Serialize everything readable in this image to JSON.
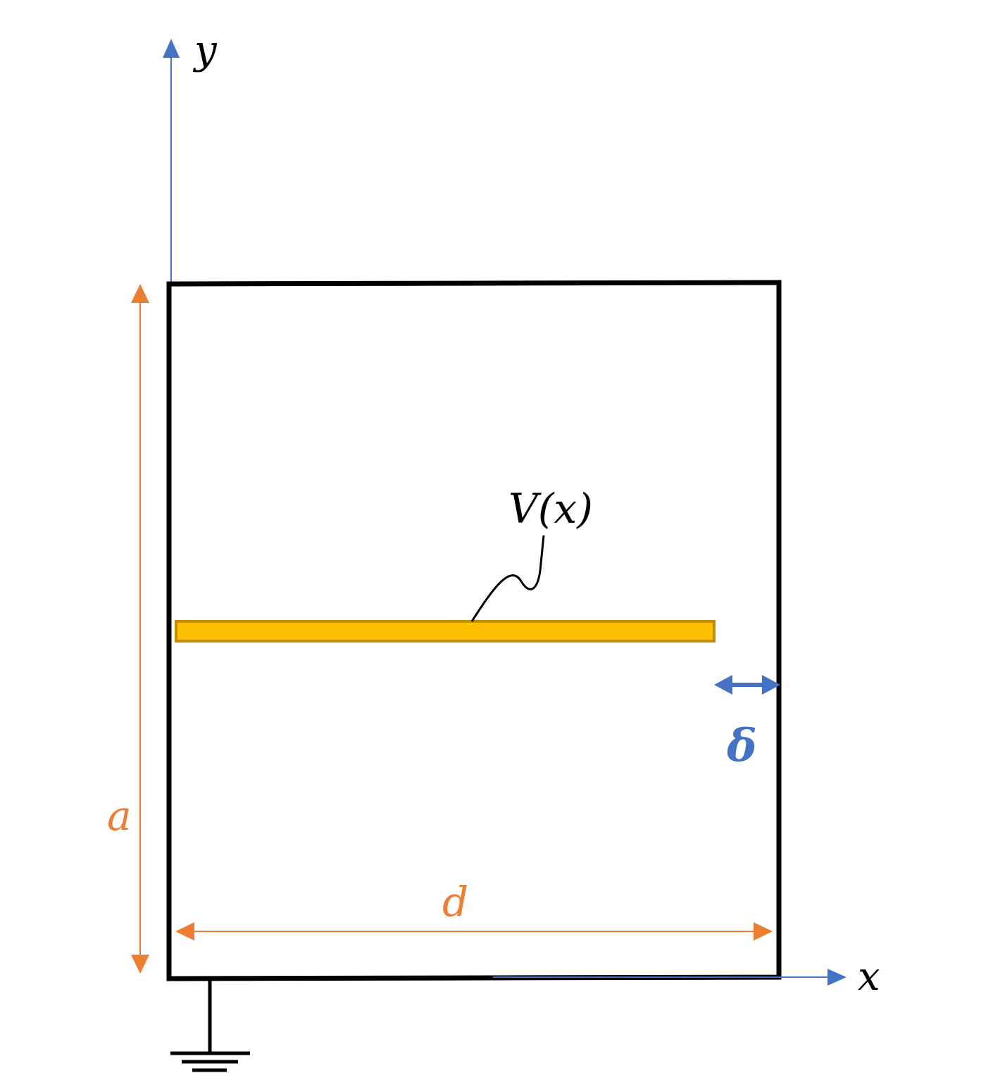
{
  "labels": {
    "y_axis": "y",
    "x_axis": "x",
    "height": "a",
    "width": "d",
    "potential": "V(x)",
    "gap": "δ"
  },
  "colors": {
    "axis": "#4472C4",
    "dimension": "#ED7D31",
    "box": "#000000",
    "plate_fill": "#FFC000",
    "plate_stroke": "#BF9000",
    "gap": "#4472C4"
  }
}
